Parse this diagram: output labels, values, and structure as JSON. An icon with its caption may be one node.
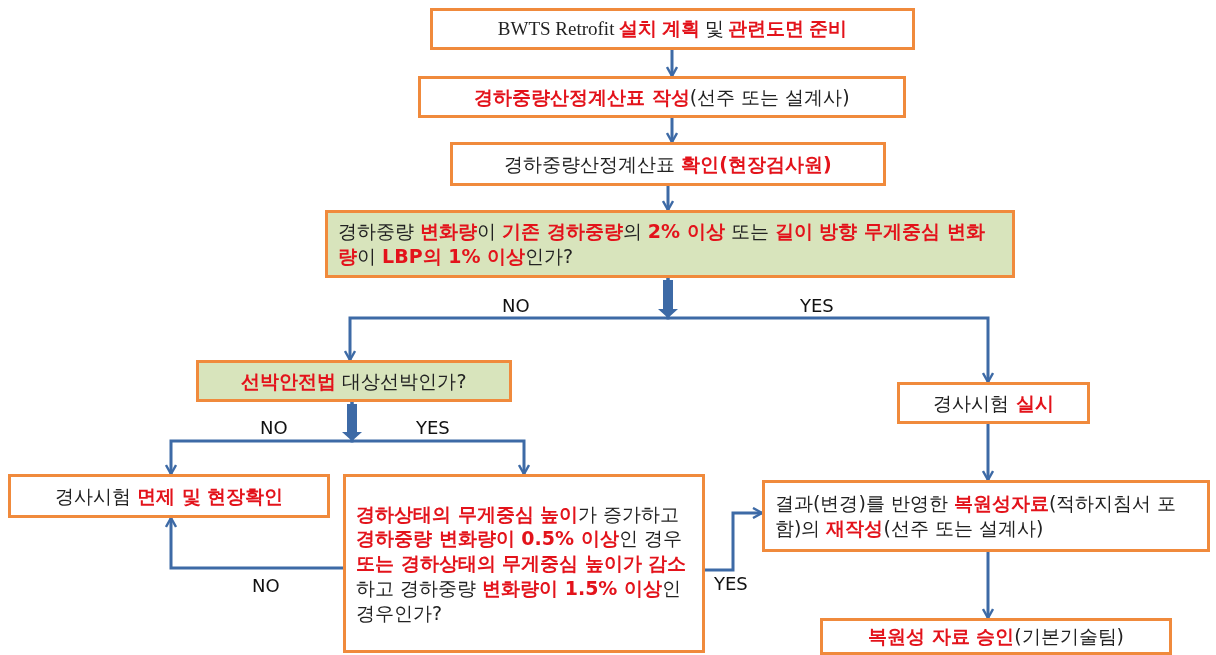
{
  "diagram": {
    "nodes": [
      {
        "text": [
          "BWTS Retrofit **설치 계획** 및 **관련도면 준비**"
        ]
      },
      {
        "text": [
          "**경하중량산정계산표 작성**(선주 또는 설계사)"
        ]
      },
      {
        "text": [
          "경하중량산정계산표 **확인(현장검사원)**"
        ]
      },
      {
        "text": [
          "경하중량 **변화량**이 **기존 경하중량**의 **2% 이상** 또는 **길이 방향 무게중심 변화량**이 **LBP의 1% 이상**인가?"
        ]
      },
      {
        "text": [
          "**선박안전법** 대상선박인가?"
        ]
      },
      {
        "text": [
          "경사시험 **실시**"
        ]
      },
      {
        "text": [
          "경사시험 **면제 및 현장확인**"
        ]
      },
      {
        "text": [
          "**경하상태의 무게중심 높이**가 증가하고 **경하중량 변화량이 0.5% 이상**인 경우 **또는 경하상태의 무게중심 높이가 감소**하고 경하중량 **변화량이 1.5% 이상**인 경우인가?"
        ]
      },
      {
        "text": [
          "결과(변경)를 반영한 **복원성자료**(적하지침서 포함)의 **재작성**(선주 또는 설계사)"
        ]
      },
      {
        "text": [
          "**복원성 자료 승인**(기본기술팀)"
        ]
      }
    ],
    "edges": [
      {
        "from": 0,
        "to": 1,
        "arrow": "to"
      },
      {
        "from": 1,
        "to": 2,
        "arrow": "to"
      },
      {
        "from": 2,
        "to": 3,
        "arrow": "to"
      },
      {
        "from": 3,
        "to": 4,
        "arrow": "to",
        "label": "NO"
      },
      {
        "from": 3,
        "to": 5,
        "arrow": "to",
        "label": "YES"
      },
      {
        "from": 4,
        "to": 6,
        "arrow": "to",
        "label": "NO"
      },
      {
        "from": 4,
        "to": 7,
        "arrow": "to",
        "label": "YES"
      },
      {
        "from": 7,
        "to": 6,
        "arrow": "to",
        "label": "NO"
      },
      {
        "from": 7,
        "to": 8,
        "arrow": "to",
        "label": "YES"
      },
      {
        "from": 5,
        "to": 8,
        "arrow": "to"
      },
      {
        "from": 8,
        "to": 9,
        "arrow": "to"
      }
    ]
  }
}
